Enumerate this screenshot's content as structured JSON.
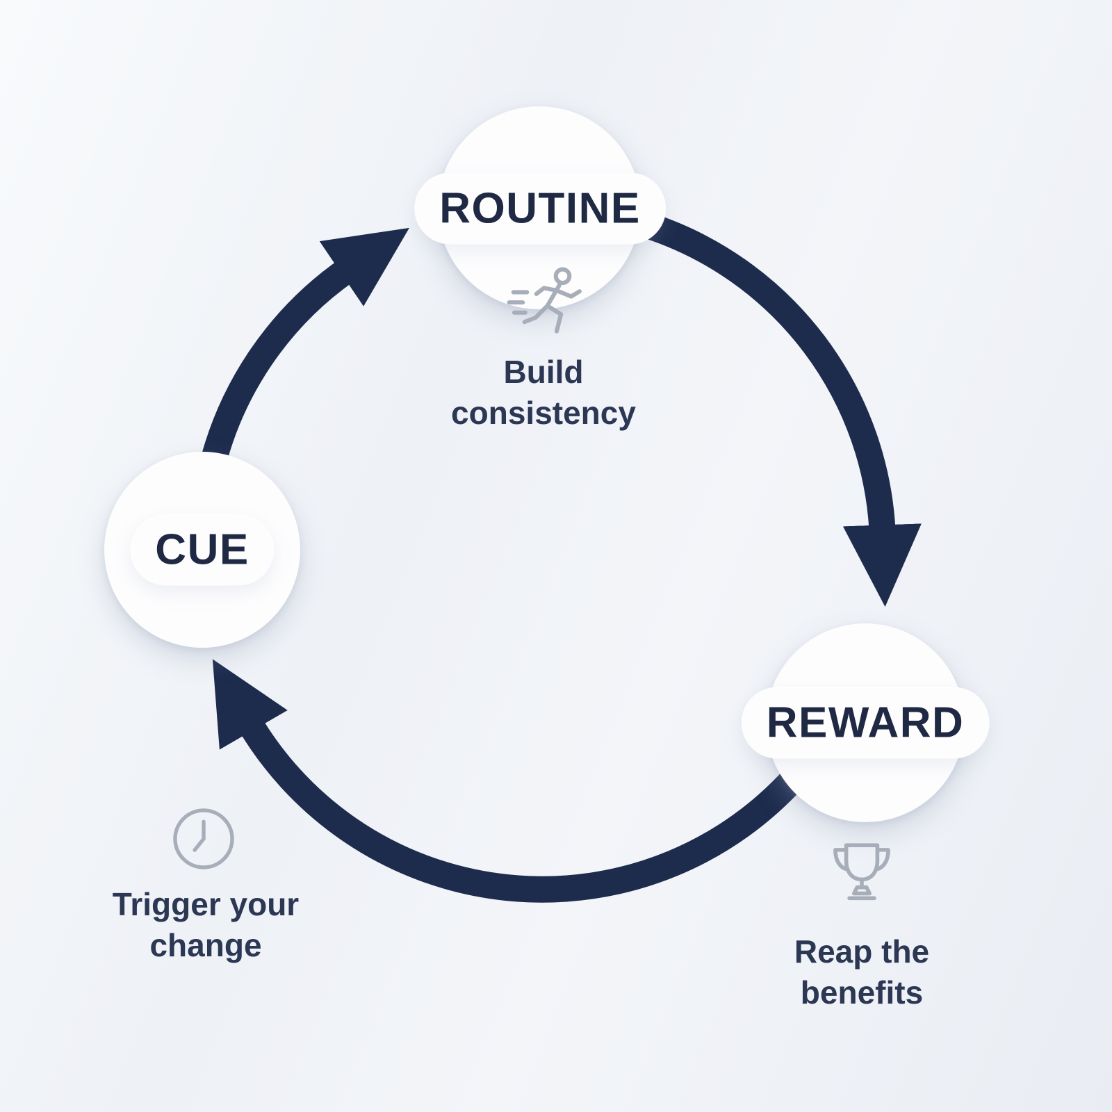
{
  "colors": {
    "background_top": "#f8fafc",
    "background_bottom": "#e9edf3",
    "arrow": "#1d2b4d",
    "node_fill": "#fdfdfe",
    "label_text": "#1f2943",
    "caption_text": "#2c3754",
    "icon": "#a8aeb9"
  },
  "nodes": [
    {
      "id": "routine",
      "label": "ROUTINE",
      "icon": "runner-icon",
      "caption_line1": "Build",
      "caption_line2": "consistency"
    },
    {
      "id": "reward",
      "label": "REWARD",
      "icon": "trophy-icon",
      "caption_line1": "Reap the",
      "caption_line2": "benefits"
    },
    {
      "id": "cue",
      "label": "CUE",
      "icon": "clock-icon",
      "caption_line1": "Trigger your",
      "caption_line2": "change"
    }
  ],
  "arrows": [
    {
      "from": "cue",
      "to": "routine"
    },
    {
      "from": "routine",
      "to": "reward"
    },
    {
      "from": "reward",
      "to": "cue"
    }
  ]
}
